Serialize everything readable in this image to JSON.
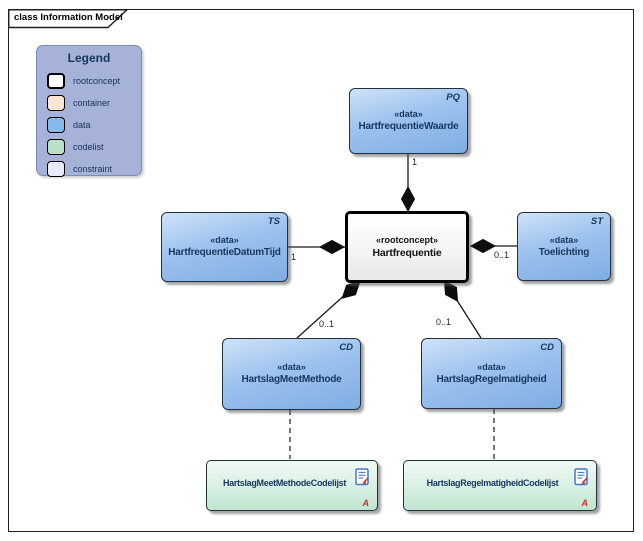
{
  "frame": {
    "title": "class Information Model"
  },
  "legend": {
    "title": "Legend",
    "items": [
      {
        "label": "rootconcept",
        "color": "#ffffff"
      },
      {
        "label": "container",
        "color": "#fbe7d3"
      },
      {
        "label": "data",
        "color": "#85b9ea"
      },
      {
        "label": "codelist",
        "color": "#b9e0c8"
      },
      {
        "label": "constraint",
        "color": "#e9eafa"
      }
    ]
  },
  "nodes": {
    "root": {
      "stereotype": "«rootconcept»",
      "name": "Hartfrequentie"
    },
    "waarde": {
      "stereotype": "«data»",
      "name": "HartfrequentieWaarde",
      "type_code": "PQ"
    },
    "datumtijd": {
      "stereotype": "«data»",
      "name": "HartfrequentieDatumTijd",
      "type_code": "TS"
    },
    "toelichting": {
      "stereotype": "«data»",
      "name": "Toelichting",
      "type_code": "ST"
    },
    "meetmethode": {
      "stereotype": "«data»",
      "name": "HartslagMeetMethode",
      "type_code": "CD"
    },
    "regelmatigheid": {
      "stereotype": "«data»",
      "name": "HartslagRegelmatigheid",
      "type_code": "CD"
    },
    "meetmethode_codelijst": {
      "name": "HartslagMeetMethodeCodelijst",
      "marker": "A"
    },
    "regelmatigheid_codelijst": {
      "name": "HartslagRegelmatigheidCodelijst",
      "marker": "A"
    }
  },
  "relations": {
    "waarde": {
      "multiplicity": "1"
    },
    "datumtijd": {
      "multiplicity": "1"
    },
    "toelichting": {
      "multiplicity": "0..1"
    },
    "meetmethode": {
      "multiplicity": "0..1"
    },
    "regelmatigheid": {
      "multiplicity": "0..1"
    }
  },
  "colors": {
    "legend_bg": "#a6b2d7",
    "data_fill": "#85b9ea",
    "codelist_fill": "#b9e0c8",
    "container_fill": "#fbe7d3",
    "constraint_fill": "#e9eafa",
    "rootconcept_fill": "#ffffff",
    "label_text": "#17375e",
    "marker_red": "#d42a2a",
    "doc_icon_blue": "#4a74c4"
  }
}
